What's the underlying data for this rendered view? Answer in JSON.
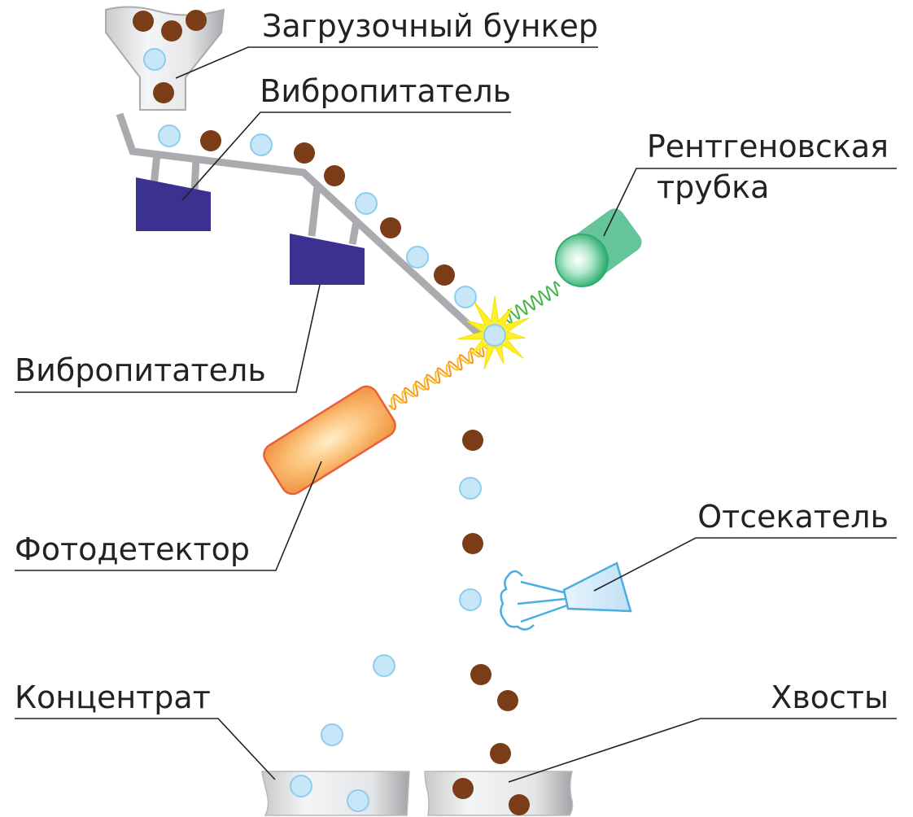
{
  "labels": {
    "hopper": "Загрузочный бункер",
    "feeder1": "Вибропитатель",
    "xray_line1": "Рентгеновская",
    "xray_line2": "трубка",
    "feeder2": "Вибропитатель",
    "photodetector": "Фотодетектор",
    "ejector": "Отсекатель",
    "concentrate": "Концентрат",
    "tailings": "Хвосты"
  },
  "colors": {
    "ore_particle": "#7a3d17",
    "waste_particle": "#c7e7f8",
    "waste_particle_stroke": "#8fcdec",
    "feeder_motor": "#3a3190",
    "chute": "#a9abae",
    "xray_tube": "#66c49a",
    "photodetector": "#f6a25a",
    "ejector": "#4aaee0",
    "leader_line": "#222222"
  }
}
